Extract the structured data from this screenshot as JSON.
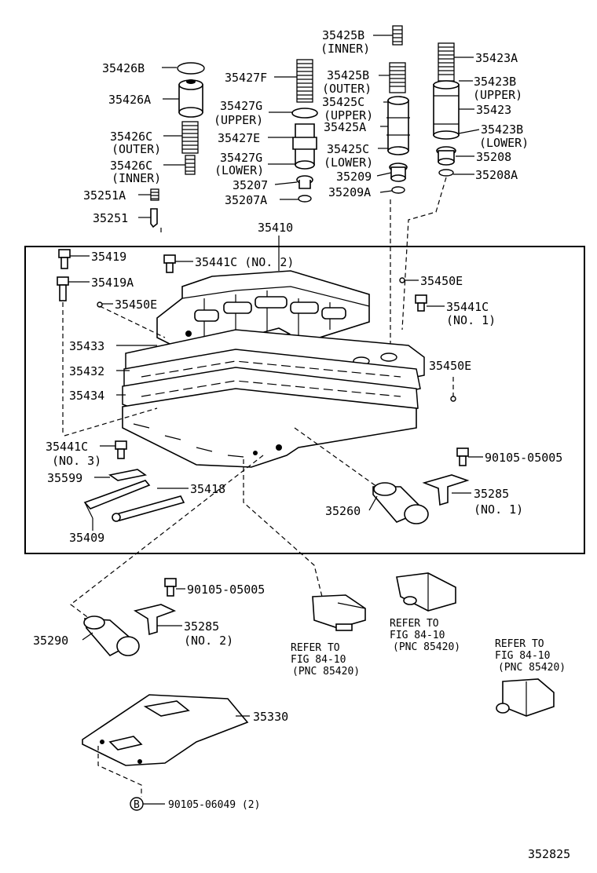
{
  "labels": {
    "l35426B": "35426B",
    "l35426A": "35426A",
    "l35426C1": "35426C",
    "outer1": "(OUTER)",
    "l35426C2": "35426C",
    "inner1": "(INNER)",
    "l35251A": "35251A",
    "l35251": "35251",
    "l35427F": "35427F",
    "l35427G1": "35427G",
    "upper1": "(UPPER)",
    "l35427E": "35427E",
    "l35427G2": "35427G",
    "lower1": "(LOWER)",
    "l35207": "35207",
    "l35207A": "35207A",
    "l35425B1": "35425B",
    "inner2": "(INNER)",
    "l35425B2": "35425B",
    "outer2": "(OUTER)",
    "l35425C1": "35425C",
    "upper2": "(UPPER)",
    "l35425A": "35425A",
    "l35425C2": "35425C",
    "lower2": "(LOWER)",
    "l35209": "35209",
    "l35209A": "35209A",
    "l35423A": "35423A",
    "l35423B1": "35423B",
    "upper3": "(UPPER)",
    "l35423": "35423",
    "l35423B2": "35423B",
    "lower3": "(LOWER)",
    "l35208": "35208",
    "l35208A": "35208A",
    "l35410": "35410",
    "l35419": "35419",
    "l35441C1": "35441C (NO. 2)",
    "l35419A": "35419A",
    "l35450E1": "35450E",
    "l35450E2": "35450E",
    "l35441C2": "35441C",
    "no1a": "(NO. 1)",
    "l35433": "35433",
    "l35432": "35432",
    "l35434": "35434",
    "l35450E3": "35450E",
    "l35441C3": "35441C",
    "no3": "(NO. 3)",
    "l90105a": "90105-05005",
    "l35599": "35599",
    "l35418": "35418",
    "l35285a": "35285",
    "no1b": "(NO. 1)",
    "l35260": "35260",
    "l35409": "35409",
    "l90105b": "90105-05005",
    "l35285b": "35285",
    "no2": "(NO. 2)",
    "l35290": "35290",
    "ref1a": "REFER TO",
    "ref1b": "FIG 84-10",
    "ref1c": "(PNC 85420)",
    "ref2a": "REFER TO",
    "ref2b": "FIG 84-10",
    "ref2c": "(PNC 85420)",
    "ref3a": "REFER TO",
    "ref3b": "FIG 84-10",
    "ref3c": "(PNC 85420)",
    "l35330": "35330",
    "circleB": "B",
    "l90105c": "90105-06049 (2)",
    "figno": "352825"
  }
}
